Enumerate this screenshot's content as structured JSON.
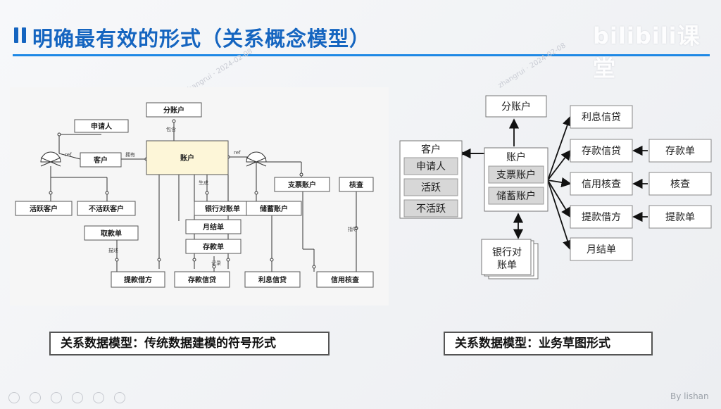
{
  "title": "明确最有效的形式（关系概念模型）",
  "logo": "bilibili课堂",
  "byline": "By lishan",
  "watermark": "zhangrui  ·  2024-02-08",
  "er_diagram": {
    "entities": {
      "sub_account": "分账户",
      "applicant": "申请人",
      "customer": "客户",
      "account": "账户",
      "active_customer": "活跃客户",
      "inactive_customer": "不活跃客户",
      "bank_statement": "银行对账单",
      "monthly_statement": "月结单",
      "deposit_slip": "存款单",
      "withdrawal_slip": "取款单",
      "checking_account": "支票账户",
      "savings_account": "储蓄账户",
      "verification": "核查",
      "withdraw_borrow": "提款借方",
      "deposit_credit": "存款信贷",
      "interest_credit": "利息信贷",
      "credit_verification": "信用核查"
    },
    "relations": {
      "contains": "包含",
      "has": "拥有",
      "ref1": "ref",
      "ref2": "ref",
      "generate": "生成",
      "record": "记录",
      "desc": "描述",
      "point": "指导"
    }
  },
  "sketch": {
    "sub_account": "分账户",
    "customer": {
      "title": "客户",
      "items": [
        "申请人",
        "活跃",
        "不活跃"
      ]
    },
    "account": {
      "title": "账户",
      "items": [
        "支票账户",
        "储蓄账户"
      ]
    },
    "statement": [
      "银行对",
      "账单"
    ],
    "right_column": [
      "利息信贷",
      "存款信贷",
      "信用核查",
      "提款借方",
      "月结单"
    ],
    "far_right": [
      "存款单",
      "核查",
      "提款单"
    ]
  },
  "captions": {
    "left": "关系数据模型：传统数据建模的符号形式",
    "right": "关系数据模型：业务草图形式"
  }
}
